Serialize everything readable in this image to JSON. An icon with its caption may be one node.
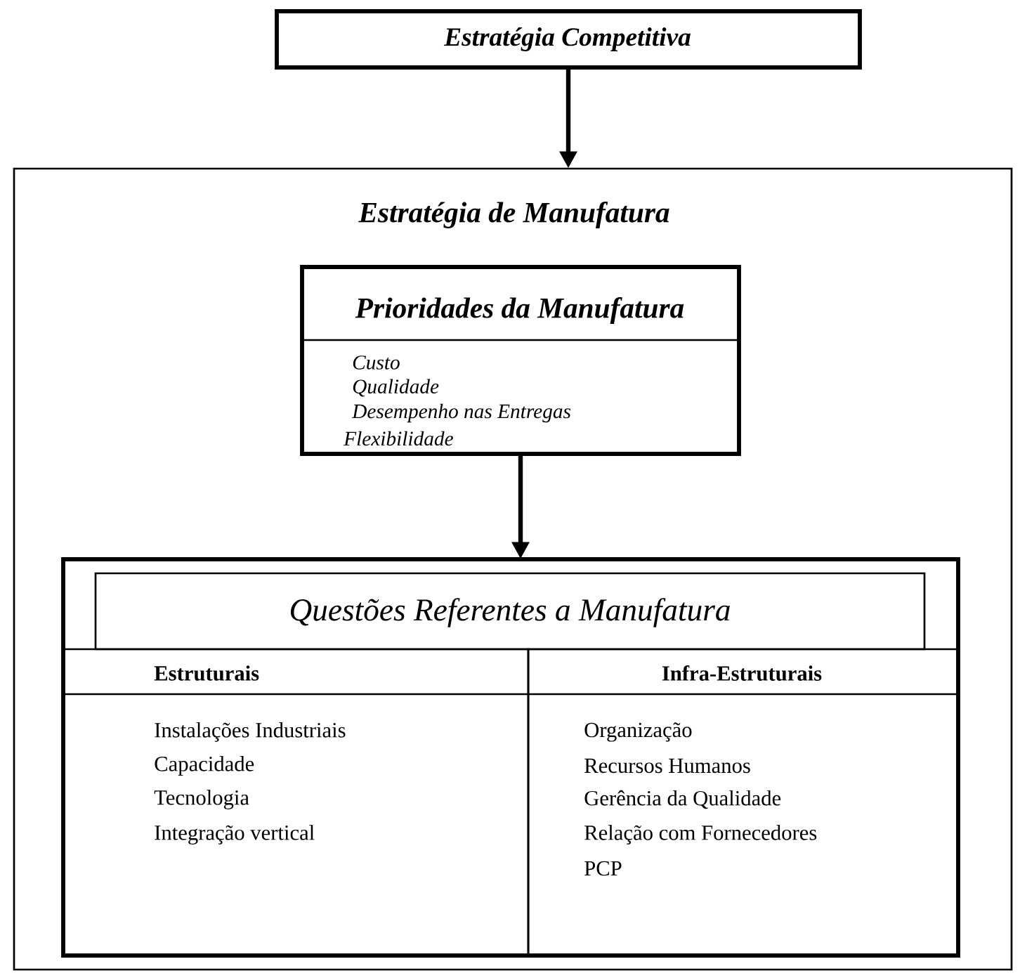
{
  "diagram": {
    "nodes": [
      {
        "text": [
          "Estratégia Competitiva"
        ]
      },
      {
        "text": [
          "Estratégia de Manufatura"
        ]
      },
      {
        "text": [
          "Prioridades da Manufatura",
          "Custo",
          "Qualidade",
          "Desempenho nas Entregas",
          "Flexibilidade"
        ],
        "in": 1
      },
      {
        "text": [],
        "shape": "box",
        "in": 1
      },
      {
        "text": [
          "Questões Referentes a Manufatura"
        ],
        "in": 3
      },
      {
        "text": [
          "Estruturais",
          "Instalações Industriais",
          "Capacidade",
          "Tecnologia",
          "Integração vertical"
        ],
        "in": 3
      },
      {
        "text": [
          "Infra-Estruturais",
          "Organização",
          "Recursos Humanos",
          "Gerência da Qualidade",
          "Relação com Fornecedores",
          "PCP"
        ],
        "in": 3
      }
    ],
    "edges": [
      {
        "from": 0,
        "to": 1,
        "arrow": "to"
      },
      {
        "from": 2,
        "to": 3,
        "arrow": "to"
      }
    ]
  }
}
